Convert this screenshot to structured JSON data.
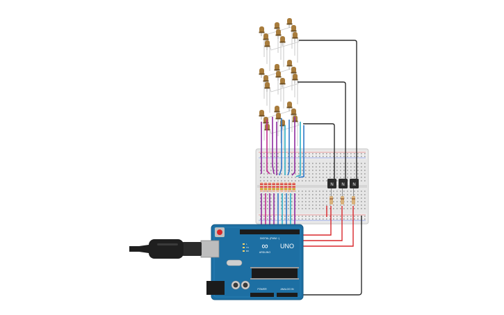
{
  "board": {
    "brand_logo_text": "∞",
    "model_label": "UNO",
    "brand_label": "ARDUINO",
    "digital_header_label": "DIGITAL (PWM ~)",
    "power_header_label": "POWER",
    "analog_header_label": "ANALOG IN",
    "tx_label": "TX",
    "rx_label": "RX",
    "l_label": "L"
  },
  "transistors": [
    {
      "label": "N"
    },
    {
      "label": "N"
    },
    {
      "label": "N"
    }
  ],
  "led_cube": {
    "layers": 3,
    "rows": 3,
    "cols": 3
  },
  "colors": {
    "led_body": "#a87c3c",
    "led_dark": "#6e4f22",
    "wire_black": "#2a2a2a",
    "wire_red": "#d8262a",
    "wire_purple": "#8e2a9e",
    "wire_blue": "#2f79c8",
    "wire_magenta": "#c02a8e",
    "wire_cyan": "#2ab0c8",
    "board_blue": "#1d6fa3",
    "breadboard": "#e7e7e7"
  }
}
